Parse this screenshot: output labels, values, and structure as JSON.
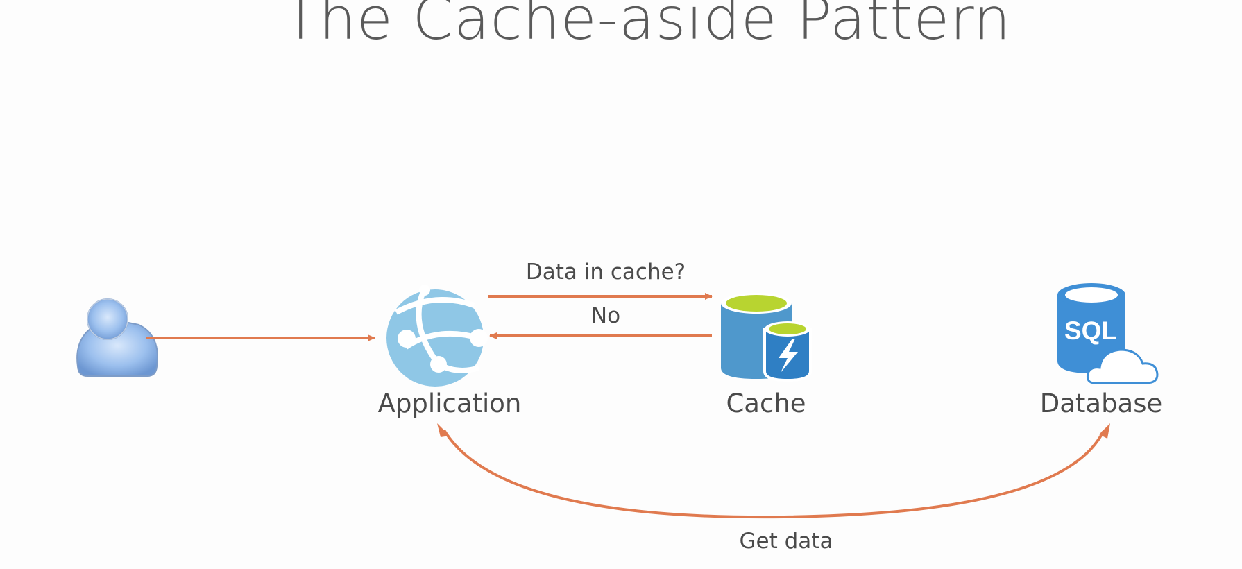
{
  "slide": {
    "title": "The Cache-aside Pattern"
  },
  "nodes": {
    "user": {
      "label": "",
      "icon": "user-icon"
    },
    "application": {
      "label": "Application",
      "icon": "web-app-globe-icon"
    },
    "cache": {
      "label": "Cache",
      "icon": "redis-cache-icon"
    },
    "database": {
      "label": "Database",
      "icon": "sql-database-icon",
      "icon_text": "SQL"
    }
  },
  "edges": {
    "check_cache": {
      "label": "Data in cache?"
    },
    "cache_miss": {
      "label": "No"
    },
    "get_data": {
      "label": "Get data"
    }
  },
  "colors": {
    "arrow": "#e07a4f",
    "title_text": "#5a5a5a",
    "label_text": "#4a4a4a",
    "azure_blue": "#3f8fd6",
    "light_blue": "#8fc7e6",
    "cache_top": "#b8d430"
  }
}
